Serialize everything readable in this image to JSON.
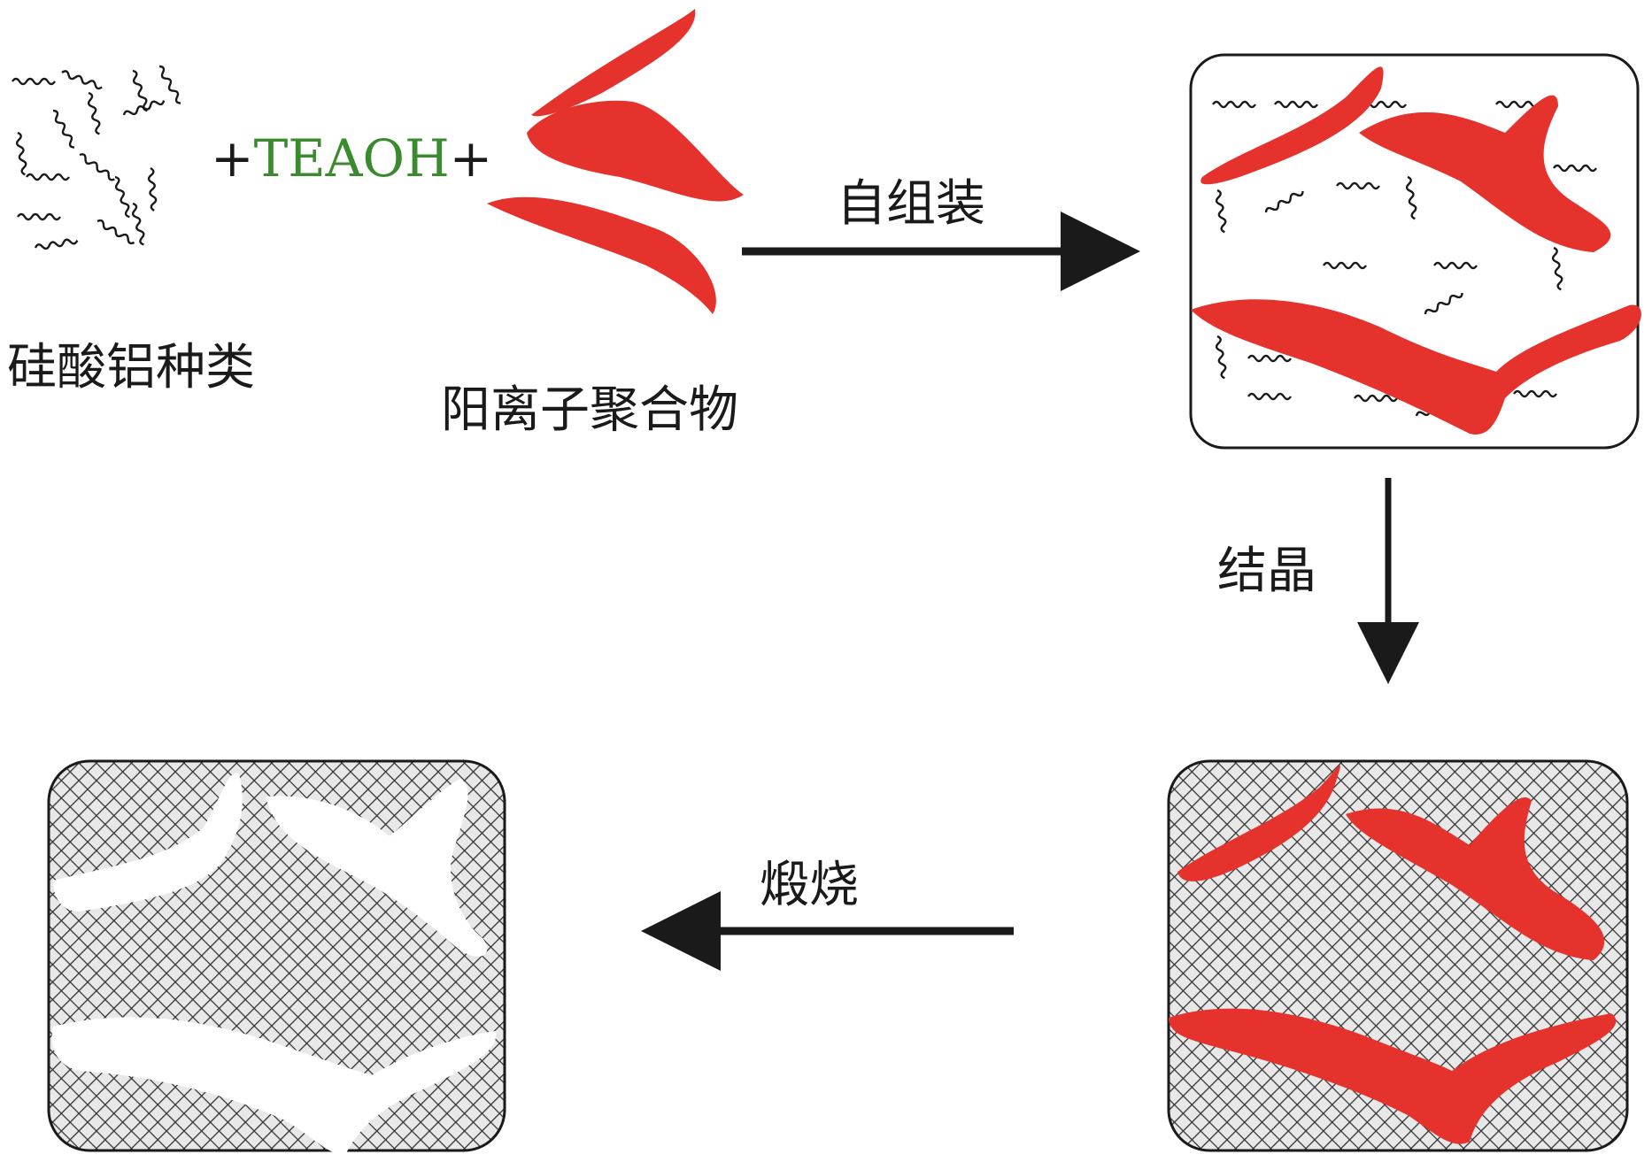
{
  "reactants": {
    "plus_left": "+",
    "teaoh": "TEAOH",
    "plus_right": "+",
    "aluminosilicate_label": "硅酸铝种类",
    "polymer_label": "阳离子聚合物"
  },
  "steps": {
    "self_assembly": "自组装",
    "crystallization": "结晶",
    "calcination": "煅烧"
  },
  "colors": {
    "polymer_red": "#e5322d",
    "teaoh_green": "#3a8a2e",
    "ink": "#1a1a1a",
    "mesh": "#333333"
  }
}
